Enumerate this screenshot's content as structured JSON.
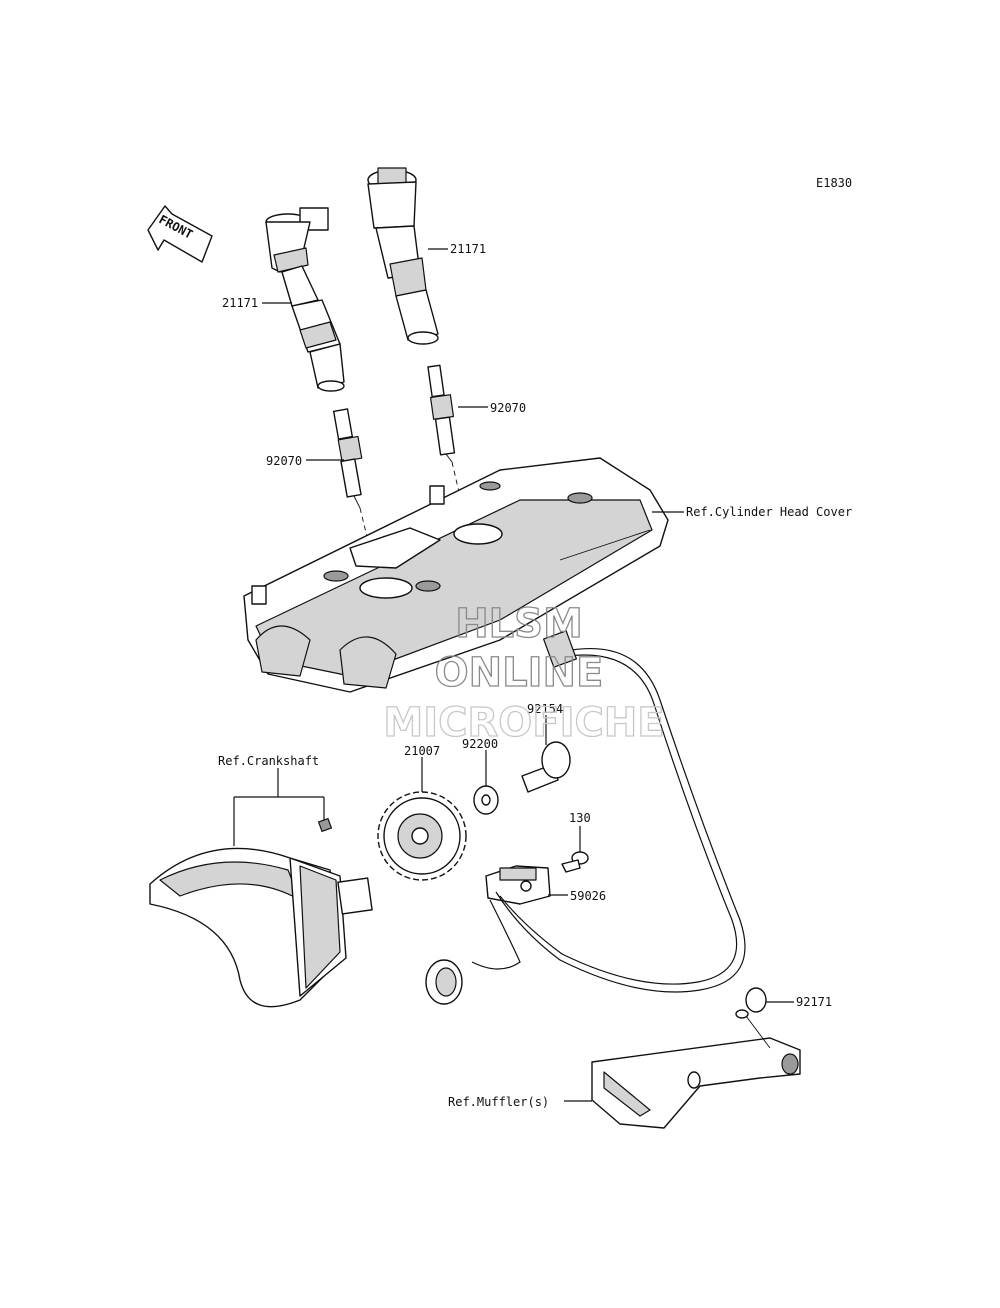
{
  "diagram_code": "E1830",
  "front_label": "FRONT",
  "labels": {
    "coil_left": "21171",
    "coil_right": "21171",
    "plug_left": "92070",
    "plug_right": "92070",
    "cylinder_head_cover": "Ref.Cylinder Head Cover",
    "crankshaft": "Ref.Crankshaft",
    "rotor": "21007",
    "washer": "92200",
    "bolt_rotor": "92154",
    "bolt_sensor": "130",
    "sensor": "59026",
    "clamp": "92171",
    "muffler": "Ref.Muffler(s)"
  },
  "watermark": {
    "line1": "HLSM",
    "line2": "ONLINE",
    "line3": "MICROFICHE"
  }
}
